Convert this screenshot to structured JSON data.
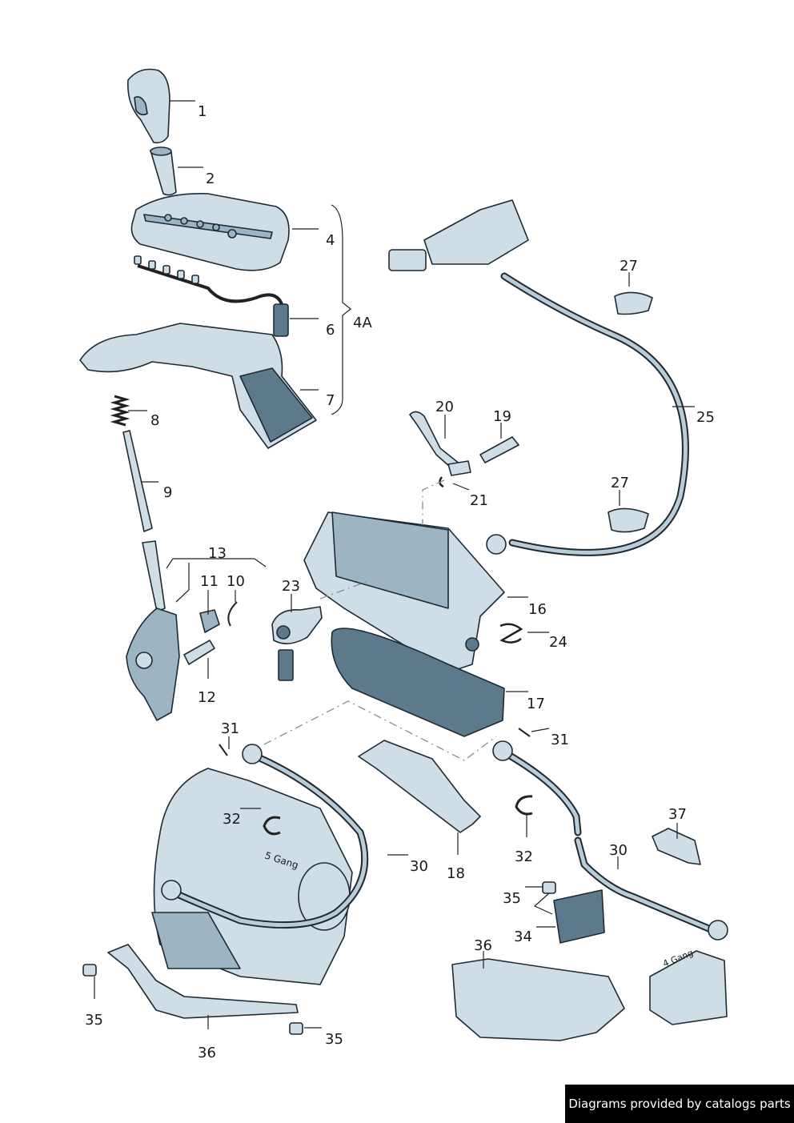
{
  "diagram": {
    "labels": {
      "l1": "1",
      "l2": "2",
      "l4": "4",
      "l4a": "4A",
      "l6": "6",
      "l7": "7",
      "l8": "8",
      "l9": "9",
      "l13": "13",
      "l11": "11",
      "l10": "10",
      "l12": "12",
      "l20": "20",
      "l19": "19",
      "l21": "21",
      "l23": "23",
      "l16": "16",
      "l24": "24",
      "l17": "17",
      "l27a": "27",
      "l27b": "27",
      "l25": "25",
      "l31a": "31",
      "l31b": "31",
      "l32a": "32",
      "l32b": "32",
      "l30a": "30",
      "l30b": "30",
      "l18": "18",
      "l37": "37",
      "l35a": "35",
      "l35b": "35",
      "l35c": "35",
      "l34": "34",
      "l36a": "36",
      "l36b": "36"
    },
    "gear_marks": {
      "five": "5 Gang",
      "four": "4 Gang"
    }
  },
  "footer": {
    "credit": "Diagrams provided by catalogs parts"
  }
}
